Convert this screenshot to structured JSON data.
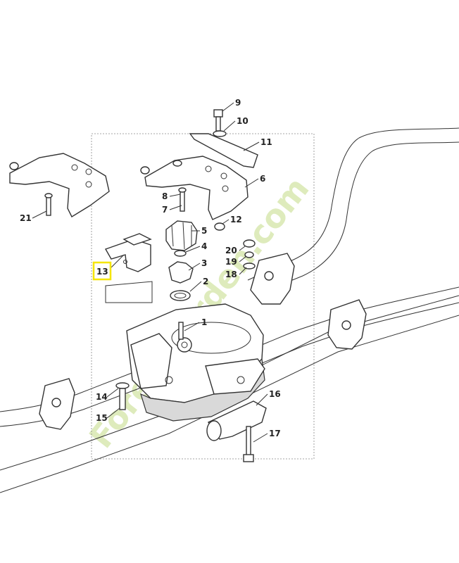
{
  "watermark": "Forestgarden.com",
  "highlight": {
    "label": "13",
    "color": "#f5e500"
  },
  "callouts": [
    {
      "id": "1",
      "label": "1"
    },
    {
      "id": "2",
      "label": "2"
    },
    {
      "id": "3",
      "label": "3"
    },
    {
      "id": "4",
      "label": "4"
    },
    {
      "id": "5",
      "label": "5"
    },
    {
      "id": "6",
      "label": "6"
    },
    {
      "id": "7",
      "label": "7"
    },
    {
      "id": "8",
      "label": "8"
    },
    {
      "id": "9",
      "label": "9"
    },
    {
      "id": "10",
      "label": "10"
    },
    {
      "id": "11",
      "label": "11"
    },
    {
      "id": "12",
      "label": "12"
    },
    {
      "id": "13",
      "label": "13"
    },
    {
      "id": "14",
      "label": "14"
    },
    {
      "id": "15",
      "label": "15"
    },
    {
      "id": "16",
      "label": "16"
    },
    {
      "id": "17",
      "label": "17"
    },
    {
      "id": "18",
      "label": "18"
    },
    {
      "id": "19",
      "label": "19"
    },
    {
      "id": "20",
      "label": "20"
    },
    {
      "id": "21",
      "label": "21"
    }
  ]
}
